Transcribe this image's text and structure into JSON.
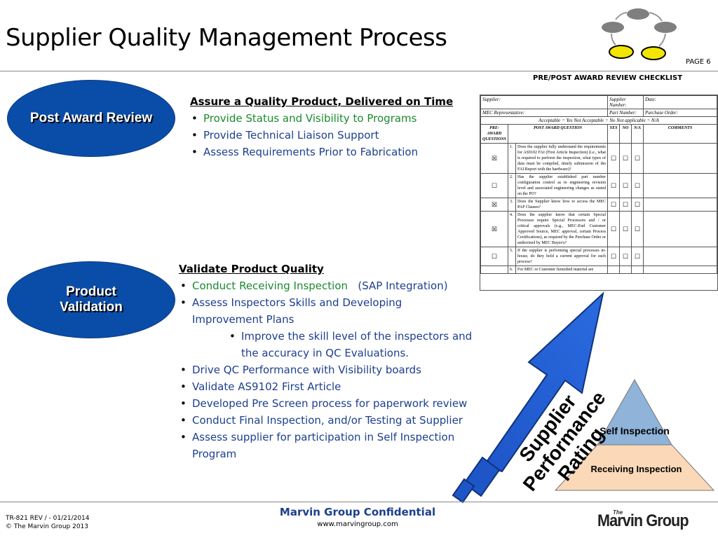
{
  "slide": {
    "title": "Supplier Quality Management Process",
    "page_label": "PAGE 6",
    "checklist_caption": "PRE/POST AWARD REVIEW CHECKLIST"
  },
  "sections": {
    "post_award": {
      "ellipse_label": "Post Award Review",
      "heading": "Assure a Quality Product, Delivered on Time",
      "bullets": [
        "Provide Status and Visibility to Programs",
        "Provide Technical Liaison Support",
        "Assess Requirements Prior to Fabrication"
      ]
    },
    "product_validation": {
      "ellipse_label_line1": "Product",
      "ellipse_label_line2": "Validation",
      "heading": "Validate Product Quality",
      "bullet_1_main": "Conduct Receiving Inspection",
      "bullet_1_note": "(SAP Integration)",
      "bullet_2": "Assess Inspectors  Skills and Developing Improvement Plans",
      "sub_bullet": "Improve the skill level of the inspectors and the accuracy in QC Evaluations.",
      "bullets_rest": [
        "Drive QC Performance  with Visibility boards",
        "Validate AS9102 First Article",
        "Developed  Pre Screen process for paperwork review",
        "Conduct Final Inspection, and/or Testing at Supplier",
        "Assess supplier for participation in Self Inspection Program"
      ]
    }
  },
  "checklist": {
    "supplier": "Supplier:",
    "supplier_number": "Supplier Number:",
    "date": "Date:",
    "mec_rep": "MEC Representative:",
    "part_number": "Part Number:",
    "purchase_order": "Purchase Order:",
    "legend": "Acceptable = Yes        Not Acceptable = No        Not applicable = N/A",
    "col_pre_award": "PRE- AWARD QUESTIONS",
    "col_question": "POST AWARD QUESTION",
    "col_yes": "YES",
    "col_no": "NO",
    "col_na": "N/A",
    "col_comments": "COMMENTS",
    "rows": [
      {
        "pre": "☒",
        "num": "1.",
        "q": "Does the supplier fully understand the requirements for AS9102 FAI (First Article Inspection) (i.e., what is required to perform the inspection, what types of data must be compiled, timely submission of the FAI Report with the hardware)?",
        "yes": "☐",
        "no": "☐",
        "na": "☐"
      },
      {
        "pre": "☐",
        "num": "2.",
        "q": "Has the supplier established part number configuration control as to engineering revision level and associated engineering changes as stated on the PO?",
        "yes": "☐",
        "no": "☐",
        "na": "☐"
      },
      {
        "pre": "☒",
        "num": "3.",
        "q": "Does the Supplier know how to access the MEC PAP Clauses?",
        "yes": "☐",
        "no": "☐",
        "na": "☐"
      },
      {
        "pre": "☒",
        "num": "4.",
        "q": "Does the supplier know that certain Special Processes require Special Processors and / or critical approvals (e.g., MEC-End Customer Approved Source, MEC approval, certain Process Certifications), as required by the Purchase Order or authorized by MEC Buyer/s?",
        "yes": "☐",
        "no": "☐",
        "na": "☐"
      },
      {
        "pre": "☐",
        "num": "5.",
        "q": "If the supplier is performing special processes in-house, do they hold a current approval for such process?",
        "yes": "☐",
        "no": "☐",
        "na": "☐"
      },
      {
        "pre": "",
        "num": "6.",
        "q": "For MEC or Customer furnished material are",
        "yes": "",
        "no": "",
        "na": ""
      }
    ]
  },
  "arrow_text": {
    "line1": "Supplier",
    "line2": "Performance",
    "line3": "Rating"
  },
  "pyramid": {
    "top_label": "Self Inspection",
    "bottom_label": "Receiving Inspection"
  },
  "footer": {
    "doc_ref": "TR-821 REV / - 01/21/2014",
    "copyright": "© The Marvin Group 2013",
    "confidential": "Marvin Group Confidential",
    "url": "www.marvingroup.com",
    "logo_small": "The",
    "logo_text": "Marvin Group"
  },
  "colors": {
    "ellipse_blue": "#0a4da8",
    "bullet_green": "#1a8a2f",
    "text_blue": "#1d3f8f",
    "pyramid_top": "#8fb3d9",
    "pyramid_bottom": "#fbd9b8",
    "cycle_yellow": "#f2e600",
    "cycle_gray": "#7f7f7f"
  }
}
